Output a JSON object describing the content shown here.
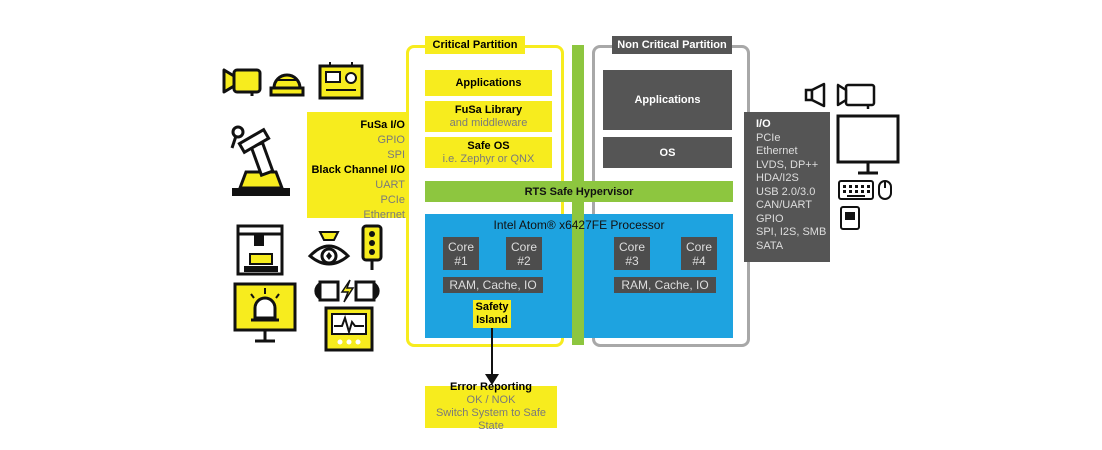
{
  "critical": {
    "label": "Critical Partition",
    "applications": "Applications",
    "fusa_title": "FuSa Library",
    "fusa_sub": "and middleware",
    "safe_os_title": "Safe OS",
    "safe_os_sub": "i.e. Zephyr or QNX",
    "cores": [
      {
        "line1": "Core",
        "line2": "#1"
      },
      {
        "line1": "Core",
        "line2": "#2"
      }
    ],
    "ram": "RAM, Cache, IO",
    "safety_island": [
      "Safety",
      "Island"
    ]
  },
  "noncritical": {
    "label": "Non Critical Partition",
    "applications": "Applications",
    "os": "OS",
    "cores": [
      {
        "line1": "Core",
        "line2": "#3"
      },
      {
        "line1": "Core",
        "line2": "#4"
      }
    ],
    "ram": "RAM, Cache, IO"
  },
  "hypervisor": "RTS Safe Hypervisor",
  "processor": "Intel Atom® x6427FE Processor",
  "fusa_io": {
    "title1": "FuSa I/O",
    "items1": [
      "GPIO",
      "SPI"
    ],
    "title2": "Black Channel I/O",
    "items2": [
      "UART",
      "PCIe",
      "Ethernet"
    ]
  },
  "io": {
    "title": "I/O",
    "items": [
      "PCIe",
      "Ethernet",
      "LVDS, DP++",
      "HDA/I2S",
      "USB 2.0/3.0",
      "CAN/UART",
      "GPIO",
      "SPI, I2S, SMB",
      "SATA"
    ]
  },
  "error": {
    "title": "Error Reporting",
    "lines": [
      "OK / NOK",
      "Switch System to Safe State"
    ]
  },
  "colors": {
    "yellow": "#f7ec1e",
    "green": "#8dc63f",
    "blue": "#1ea3e0",
    "dark": "#555555",
    "gray_border": "#a8a8a8"
  }
}
